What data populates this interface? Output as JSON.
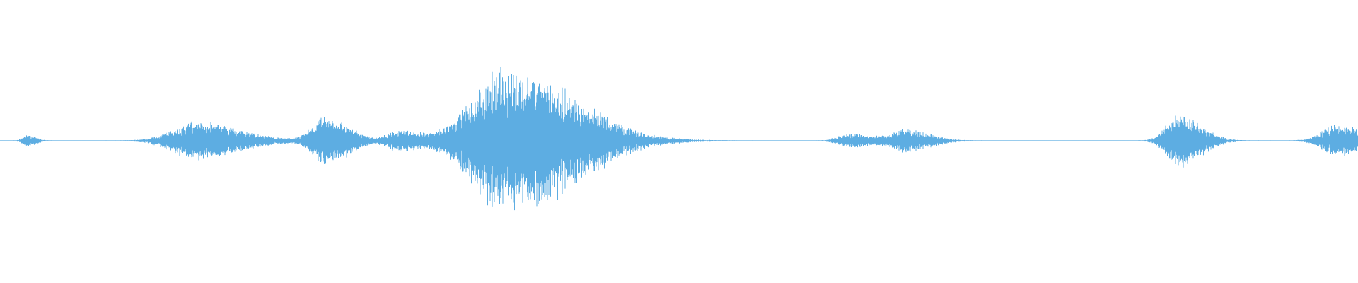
{
  "waveform": {
    "color": "#5dade2",
    "baseline_amplitude": 0.005,
    "bursts": [
      {
        "time": 0.02,
        "amplitude": 0.07,
        "duration": 0.008
      },
      {
        "time": 0.145,
        "amplitude": 0.26,
        "duration": 0.04
      },
      {
        "time": 0.24,
        "amplitude": 0.32,
        "duration": 0.022
      },
      {
        "time": 0.293,
        "amplitude": 0.13,
        "duration": 0.018
      },
      {
        "time": 0.375,
        "amplitude": 1.0,
        "duration": 0.06
      },
      {
        "time": 0.442,
        "amplitude": 0.04,
        "duration": 0.006
      },
      {
        "time": 0.627,
        "amplitude": 0.1,
        "duration": 0.02
      },
      {
        "time": 0.667,
        "amplitude": 0.15,
        "duration": 0.022
      },
      {
        "time": 0.868,
        "amplitude": 0.4,
        "duration": 0.02
      },
      {
        "time": 0.985,
        "amplitude": 0.22,
        "duration": 0.025
      }
    ]
  }
}
